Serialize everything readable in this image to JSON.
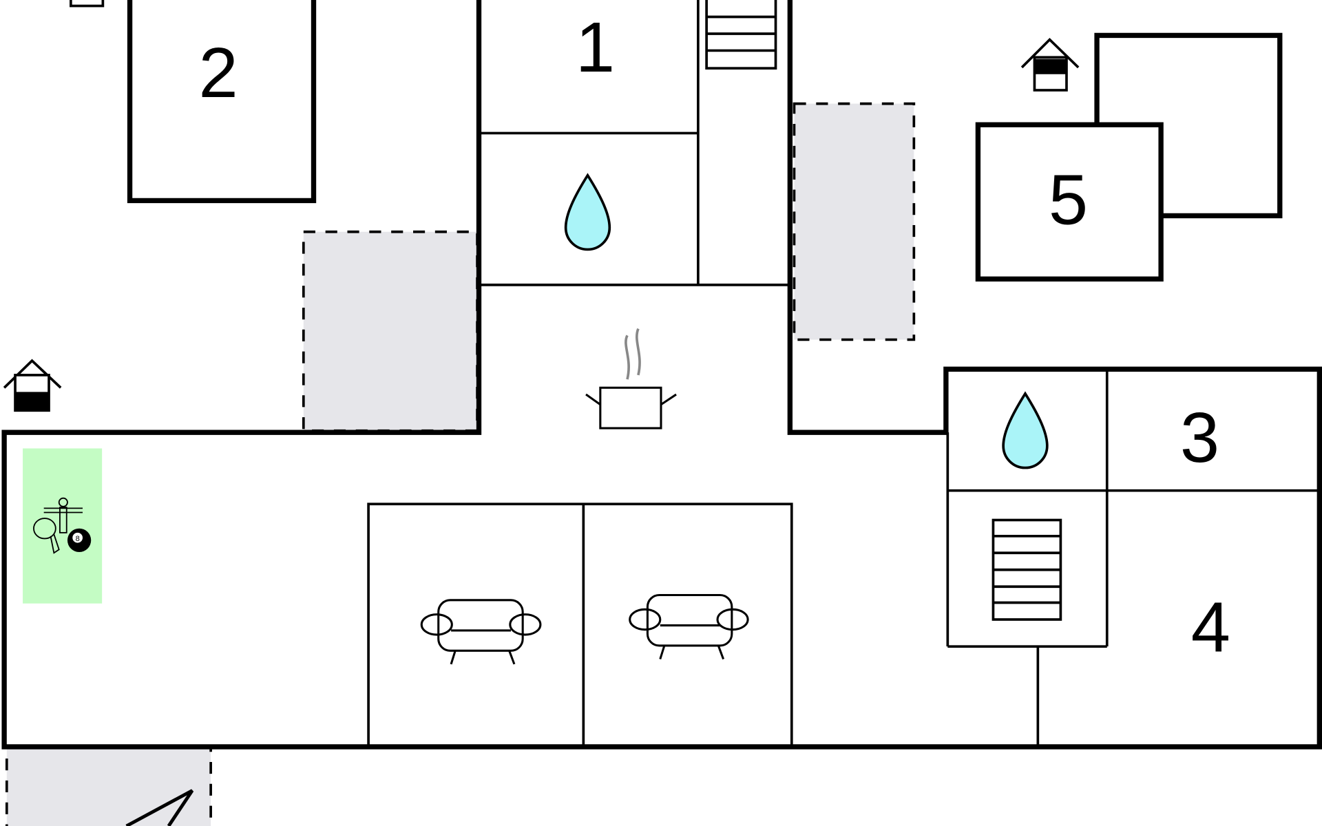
{
  "floorplan": {
    "rooms": [
      {
        "id": "room-1",
        "label": "1"
      },
      {
        "id": "room-2",
        "label": "2"
      },
      {
        "id": "room-3",
        "label": "3"
      },
      {
        "id": "room-4",
        "label": "4"
      },
      {
        "id": "room-5",
        "label": "5"
      }
    ],
    "billiard_ball_number": "8",
    "colors": {
      "water": "#aaf4f8",
      "terrace": "#e6e6ea",
      "games": "#c4fcc4",
      "walls": "#000000"
    },
    "icons": [
      "house-icon",
      "bathroom-water-drop-icon",
      "kitchen-pot-icon",
      "sofa-icon",
      "stairs-icon",
      "games-icon"
    ]
  }
}
